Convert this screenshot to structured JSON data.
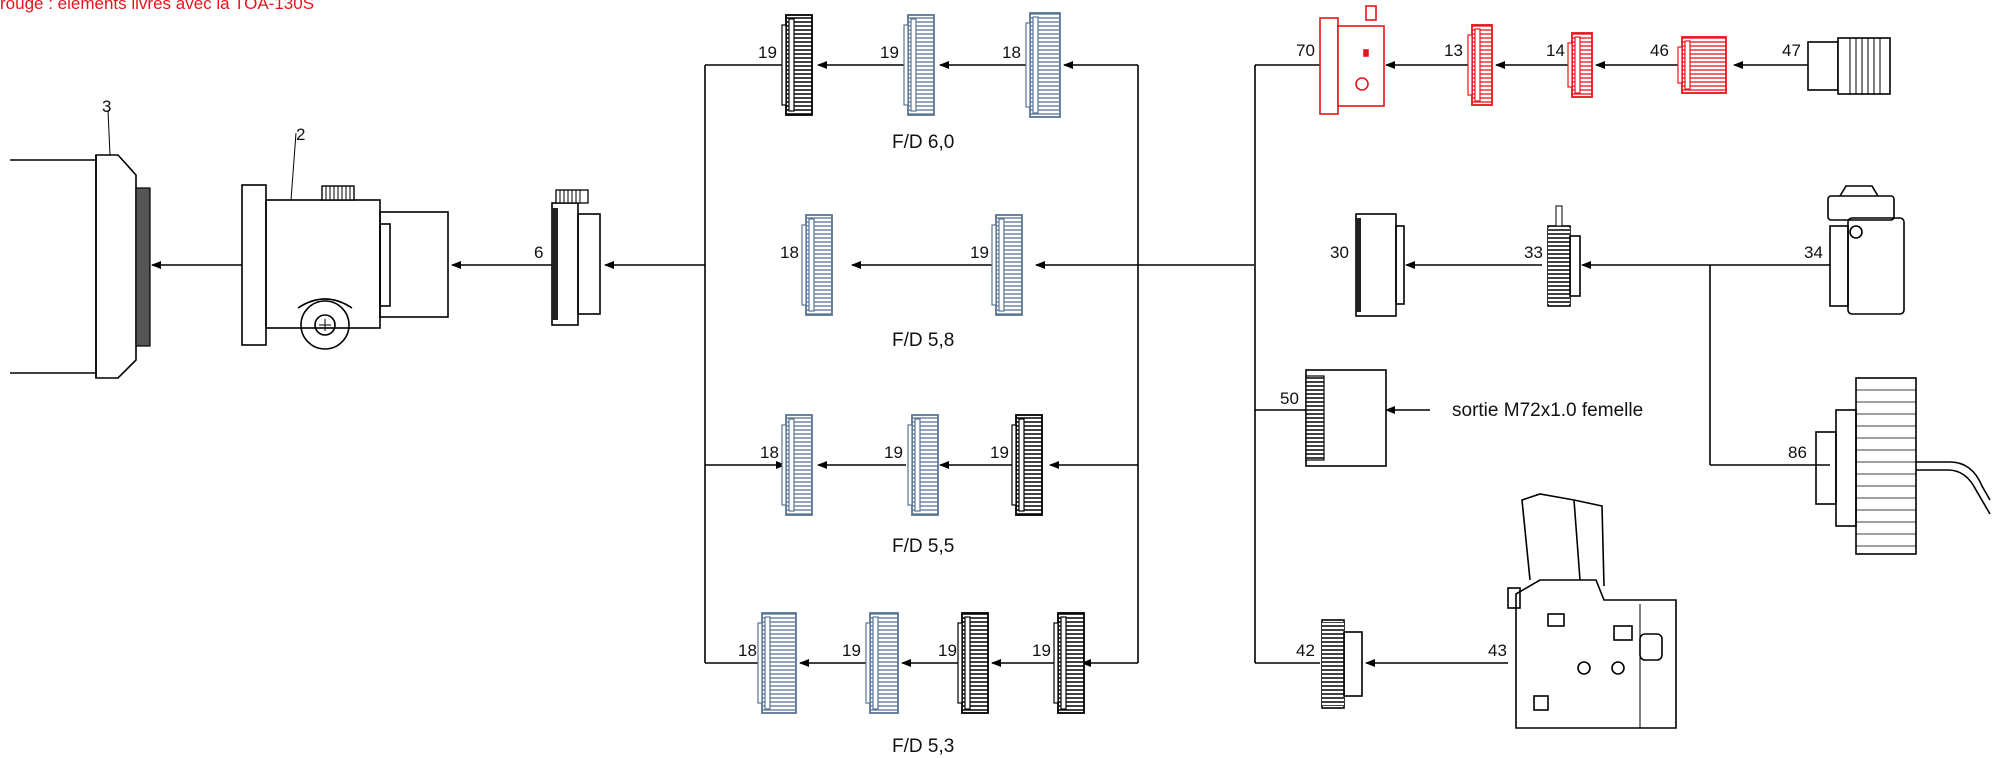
{
  "legend_note": "rouge : éléments livrés avec la TOA-130S",
  "parts": {
    "p3": "3",
    "p2": "2",
    "p6": "6",
    "c1_a": "19",
    "c1_b": "19",
    "c1_c": "18",
    "c2_a": "18",
    "c2_b": "19",
    "c3_a": "18",
    "c3_b": "19",
    "c3_c": "19",
    "c4_a": "18",
    "c4_b": "19",
    "c4_c": "19",
    "c4_d": "19",
    "p70": "70",
    "p13": "13",
    "p14": "14",
    "p46": "46",
    "p47": "47",
    "p30": "30",
    "p33": "33",
    "p34": "34",
    "p50": "50",
    "p86": "86",
    "p42": "42",
    "p43": "43"
  },
  "focal_ratios": {
    "fd1": "F/D 6,0",
    "fd2": "F/D 5,8",
    "fd3": "F/D 5,5",
    "fd4": "F/D 5,3"
  },
  "output_label": "sortie M72x1.0 femelle",
  "colors": {
    "red": "#e8141c",
    "blue": "#5a7594",
    "black": "#000000"
  }
}
